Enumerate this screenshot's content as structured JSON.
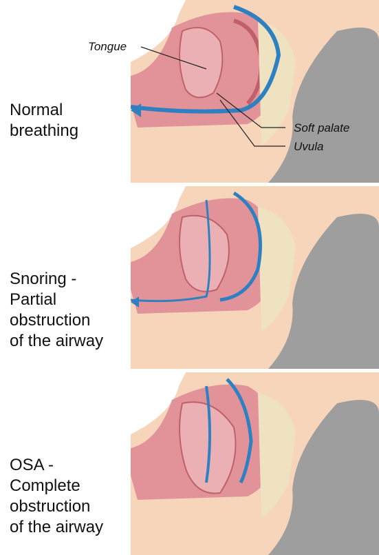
{
  "panels": [
    {
      "label_lines": [
        "Normal",
        "breathing"
      ],
      "airflow": "normal"
    },
    {
      "label_lines": [
        "Snoring -",
        "Partial",
        "obstruction",
        "of the airway"
      ],
      "airflow": "partial"
    },
    {
      "label_lines": [
        "OSA -",
        "Complete",
        "obstruction",
        "of the airway"
      ],
      "airflow": "blocked"
    }
  ],
  "callouts": {
    "tongue": "Tongue",
    "soft_palate": "Soft palate",
    "uvula": "Uvula"
  },
  "colors": {
    "skin": "#f6d5bb",
    "hair": "#9e9e9e",
    "tissue": "#e2939a",
    "tissue_dark": "#c0606a",
    "bone": "#efe2c0",
    "airflow": "#2f80c0"
  }
}
